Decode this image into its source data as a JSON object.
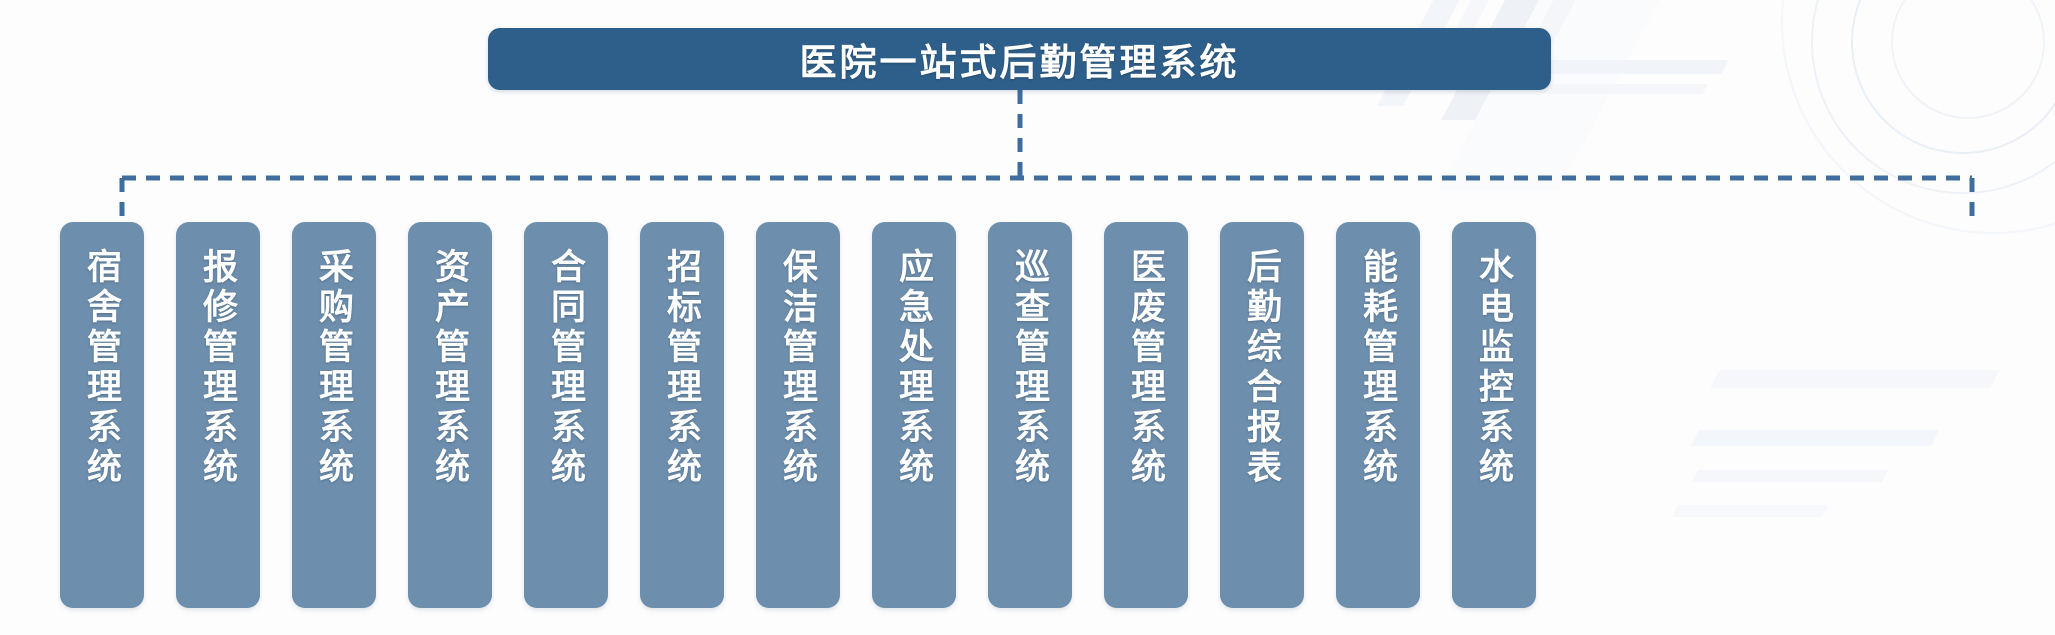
{
  "diagram": {
    "type": "org-tree",
    "orientation": "top-down",
    "root": {
      "title": "医院一站式后勤管理系统",
      "color": "#2e5f8a",
      "text_color": "#ffffff"
    },
    "connector": {
      "style": "dashed",
      "color": "#3f6d9e"
    },
    "leaf_style": {
      "color": "#6d8eac",
      "text_color": "#ffffff",
      "text_direction": "vertical"
    },
    "leaves": [
      {
        "label": "宿舍管理系统"
      },
      {
        "label": "报修管理系统"
      },
      {
        "label": "采购管理系统"
      },
      {
        "label": "资产管理系统"
      },
      {
        "label": "合同管理系统"
      },
      {
        "label": "招标管理系统"
      },
      {
        "label": "保洁管理系统"
      },
      {
        "label": "应急处理系统"
      },
      {
        "label": "巡查管理系统"
      },
      {
        "label": "医废管理系统"
      },
      {
        "label": "后勤综合报表"
      },
      {
        "label": "能耗管理系统"
      },
      {
        "label": "水电监控系统"
      }
    ]
  }
}
